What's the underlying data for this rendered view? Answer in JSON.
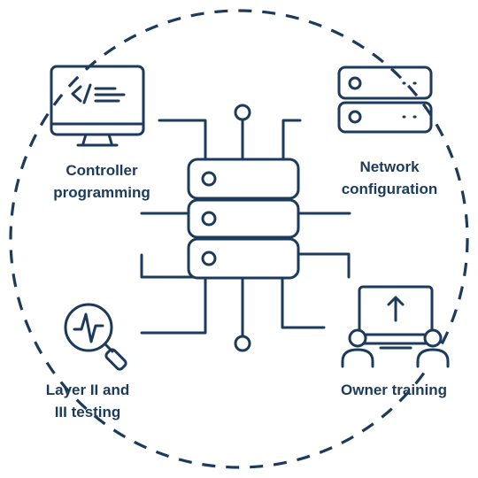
{
  "colors": {
    "stroke": "#1b3a5c",
    "background": "#ffffff"
  },
  "icons": {
    "center": "server-stack-icon",
    "top_left": "monitor-code-icon",
    "top_right": "server-rack-icon",
    "bottom_left": "magnifier-waveform-icon",
    "bottom_right": "presentation-people-icon"
  },
  "labels": {
    "controller": {
      "line1": "Controller",
      "line2": "programming"
    },
    "network": {
      "line1": "Network",
      "line2": "configuration"
    },
    "layer": {
      "line1": "Layer II and",
      "line2": "III testing"
    },
    "owner": {
      "line1": "Owner training"
    }
  }
}
